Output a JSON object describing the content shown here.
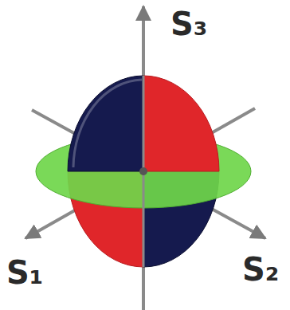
{
  "diagram": {
    "labels": [
      "S₃",
      "S₁",
      "S₂"
    ]
  }
}
